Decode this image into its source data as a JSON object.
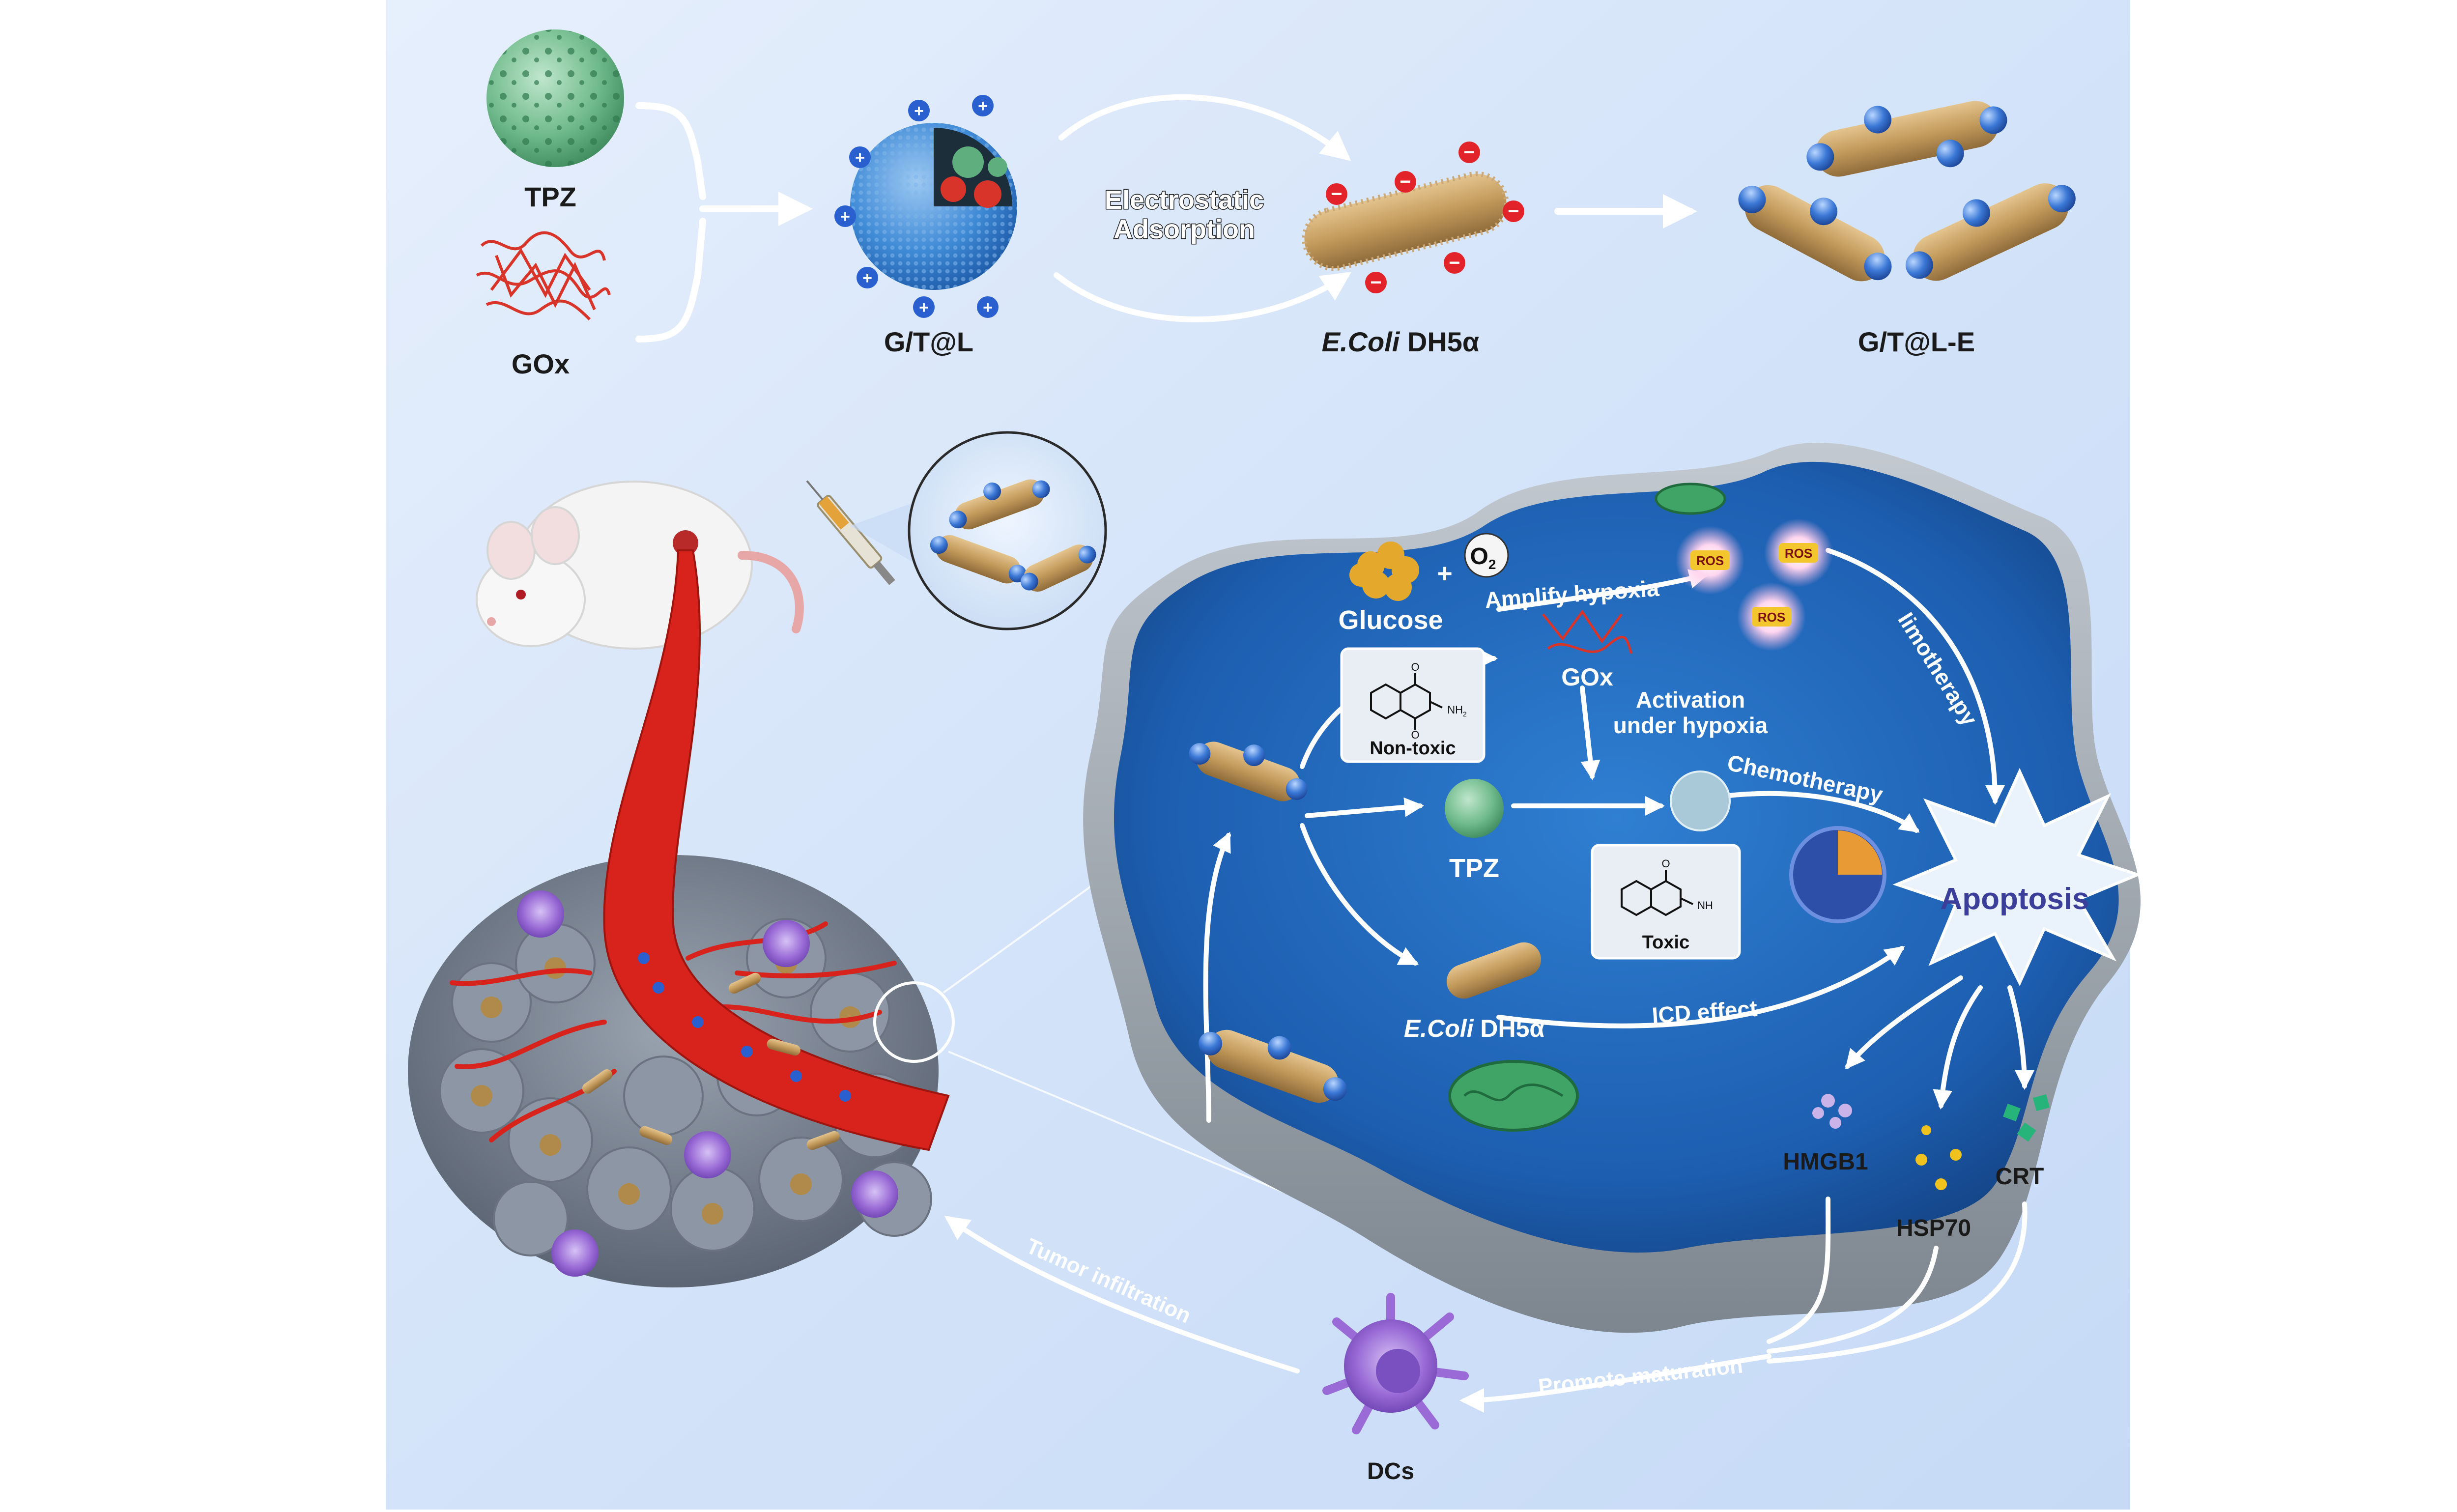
{
  "top": {
    "tpz": "TPZ",
    "gox": "GOx",
    "liposome": "G/T@L",
    "electro_1": "Electrostatic",
    "electro_2": "Adsorption",
    "ecoli_italic": "E.Coli",
    "ecoli_strain": " DH5α",
    "product": "G/T@L-E"
  },
  "cell": {
    "o2": "O",
    "o2_sub": "2",
    "glucose": "Glucose",
    "amplify": "Amplify hypoxia",
    "gox": "GOx",
    "ros": [
      "ROS",
      "ROS",
      "ROS"
    ],
    "iimotherapy": "Iimotherapy",
    "activation_1": "Activation",
    "activation_2": "under hypoxia",
    "nontoxic": "Non-toxic",
    "toxic": "Toxic",
    "tpz": "TPZ",
    "chemo": "Chemotherapy",
    "apoptosis": "Apoptosis",
    "ecoli_italic": "E.Coli",
    "ecoli_strain": " DH5α",
    "icd": "ICD effect",
    "chem_nh2": "NH",
    "chem_nh2_sub": "2",
    "chem_nh": "NH"
  },
  "outside": {
    "hmgb1": "HMGB1",
    "hsp70": "HSP70",
    "crt": "CRT",
    "promote": "Promote maturation",
    "infiltration": "Tumor infiltration",
    "dcs": "DCs"
  },
  "colors": {
    "bg_light": "#dde9fb",
    "bg_mid": "#bcd4f5",
    "cell_inside": "#1f5fb4",
    "cell_wall": "#9aa3ad",
    "arrow": "#ffffff",
    "bacteria": "#c9a36a",
    "bead": "#3b78d6",
    "vessel": "#d8231c",
    "dc": "#9a6bd6",
    "tpz_green": "#5fae7d",
    "gox_red": "#d8342a"
  }
}
